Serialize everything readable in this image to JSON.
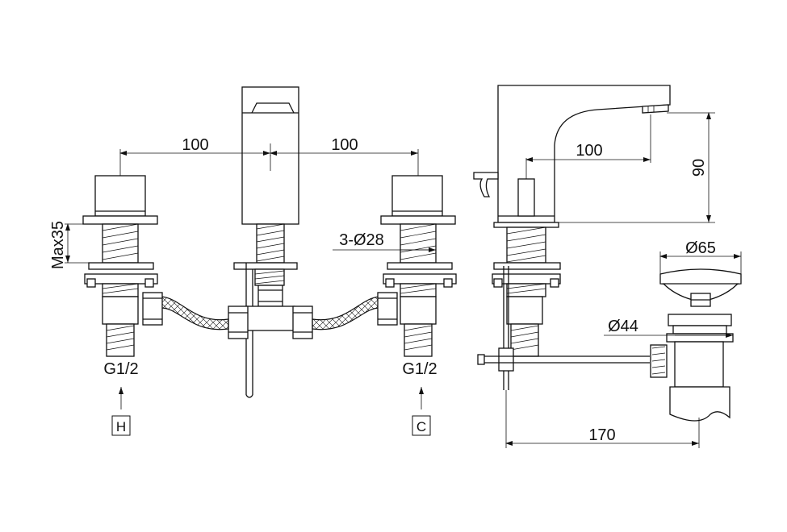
{
  "dimensions": {
    "front_left_spacing": "100",
    "front_right_spacing": "100",
    "max_deck": "Max35",
    "hole_dia": "3-Ø28",
    "inlet_left": "G1/2",
    "inlet_right": "G1/2",
    "side_reach": "100",
    "side_height": "90",
    "waste_top_dia": "Ø65",
    "waste_body_dia": "Ø44",
    "pop_up_length": "170"
  },
  "markers": {
    "hot": "H",
    "cold": "C"
  }
}
